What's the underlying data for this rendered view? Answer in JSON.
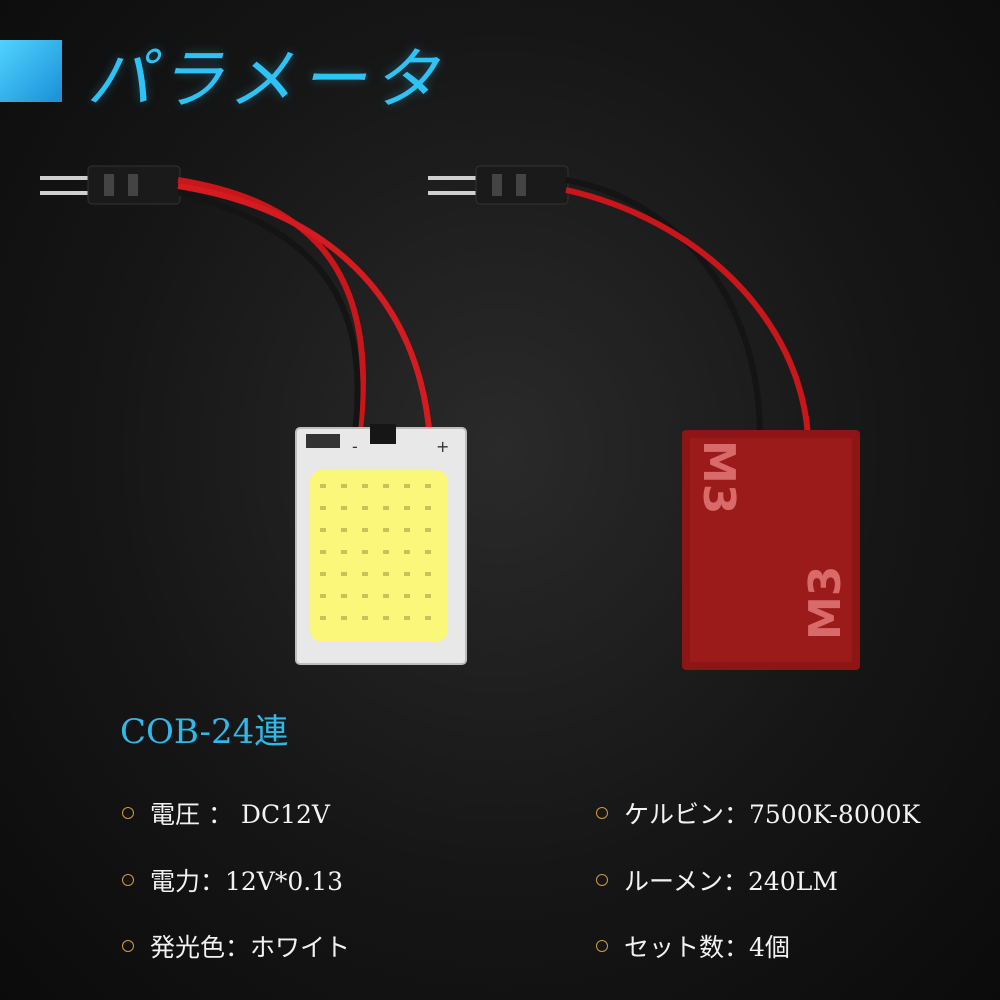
{
  "header": {
    "title": "パラメータ",
    "accent_color": "#2fc2f5"
  },
  "product": {
    "model": "COB-24連"
  },
  "board_markings": {
    "minus": "-",
    "plus": "+",
    "tape_logo": "M3"
  },
  "specs_left": [
    {
      "label": "電圧 ： DC12V"
    },
    {
      "label": "電力：12V*0.13"
    },
    {
      "label": "発光色：ホワイト"
    }
  ],
  "specs_right": [
    {
      "label": "ケルビン：7500K-8000K"
    },
    {
      "label": "ルーメン：240LM"
    },
    {
      "label": "セット数：4個"
    }
  ]
}
